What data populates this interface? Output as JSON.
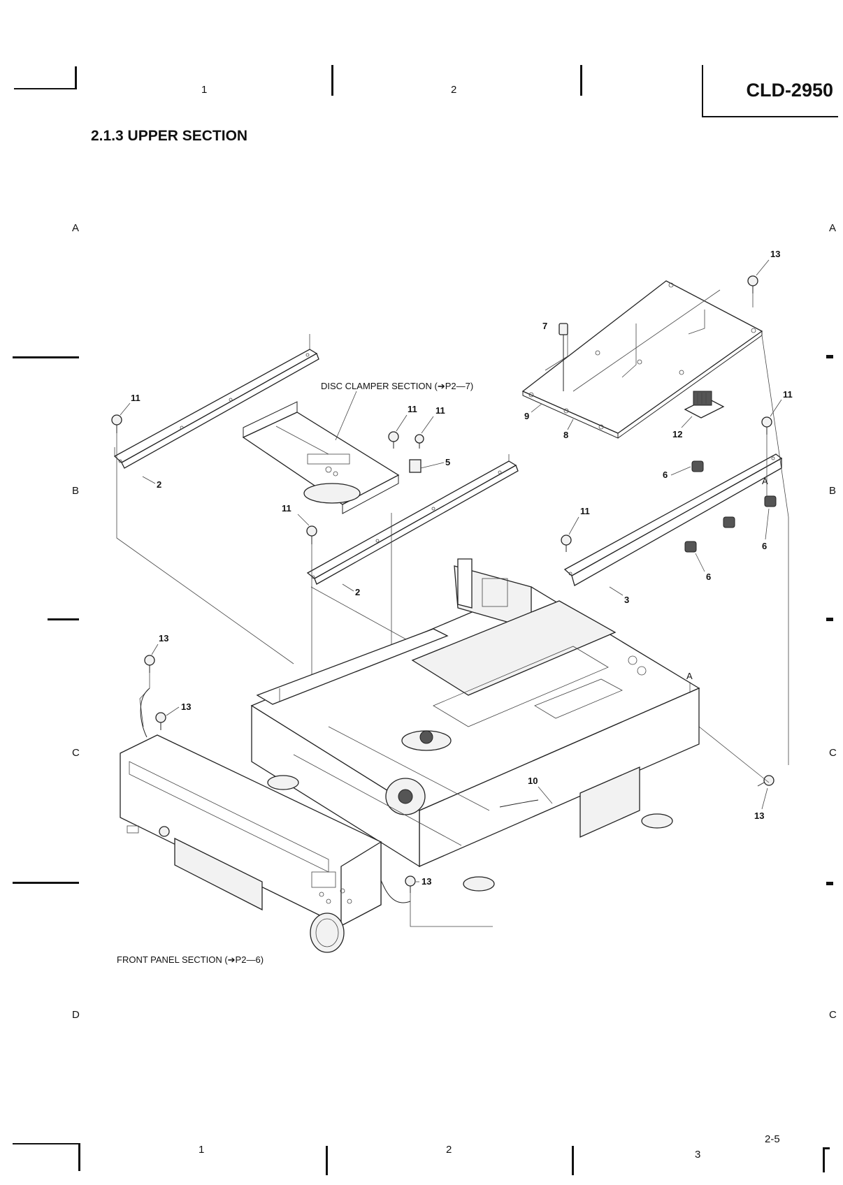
{
  "header": {
    "model": "CLD-2950",
    "section_title": "2.1.3 UPPER SECTION",
    "col_top_1": "1",
    "col_top_2": "2",
    "col_bottom_1": "1",
    "col_bottom_2": "2",
    "col_bottom_3": "3"
  },
  "rows": {
    "left": [
      "A",
      "B",
      "C",
      "D"
    ],
    "right": [
      "A",
      "B",
      "C",
      "C"
    ]
  },
  "page_number": "2-5",
  "diagram": {
    "notes": {
      "disc_clamper": "DISC CLAMPER SECTION (➔P2—7)",
      "front_panel": "FRONT PANEL SECTION (➔P2—6)"
    },
    "callouts": {
      "p2a": "2",
      "p2b": "2",
      "p3": "3",
      "p5": "5",
      "p6a": "6",
      "p6b": "6",
      "p6c": "6",
      "p7": "7",
      "p8": "8",
      "p9": "9",
      "p10": "10",
      "p11a": "11",
      "p11b": "11",
      "p11c": "11",
      "p11d": "11",
      "p11e": "11",
      "p11f": "11",
      "p12": "12",
      "p13a": "13",
      "p13b": "13",
      "p13c": "13",
      "p13d": "13",
      "p13e": "13",
      "refA1": "A",
      "refA2": "A"
    }
  }
}
